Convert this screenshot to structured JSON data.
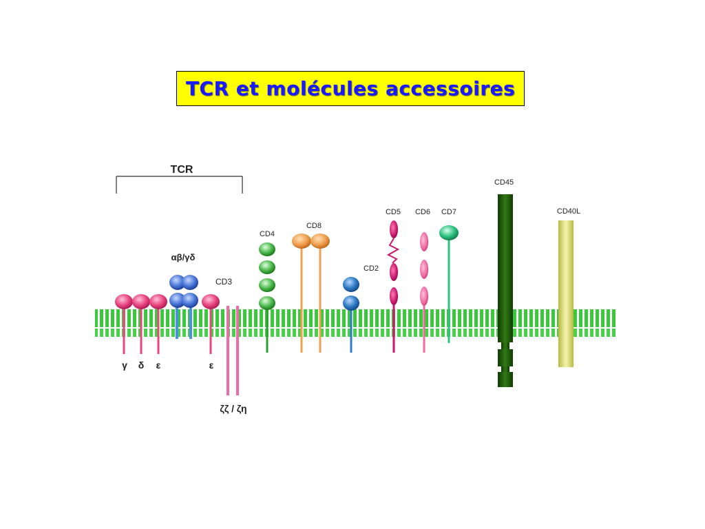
{
  "title": "TCR et molécules accessoires",
  "labels": {
    "tcr": "TCR",
    "ab_gd": "αβ/γδ",
    "cd3": "CD3",
    "cd4": "CD4",
    "cd8": "CD8",
    "cd2": "CD2",
    "cd5": "CD5",
    "cd6": "CD6",
    "cd7": "CD7",
    "cd45": "CD45",
    "cd40l": "CD40L",
    "gamma": "γ",
    "delta": "δ",
    "epsilon1": "ε",
    "epsilon2": "ε",
    "zeta": "ζζ / ζη"
  },
  "colors": {
    "membrane": "#3cc83c",
    "membrane_dark": "#1e9a1e",
    "cd3": "#e8467f",
    "tcr_chain": "#4a78d8",
    "cd4": "#3caa3c",
    "cd8": "#f0a050",
    "cd2": "#2f7bc4",
    "cd5": "#c8186e",
    "cd6": "#ee6aa0",
    "cd7": "#2ec27e",
    "cd45": "#1f5a0a",
    "cd40l": "#d8d870",
    "title_bg": "#ffff00",
    "title_fg": "#1a1aff"
  }
}
